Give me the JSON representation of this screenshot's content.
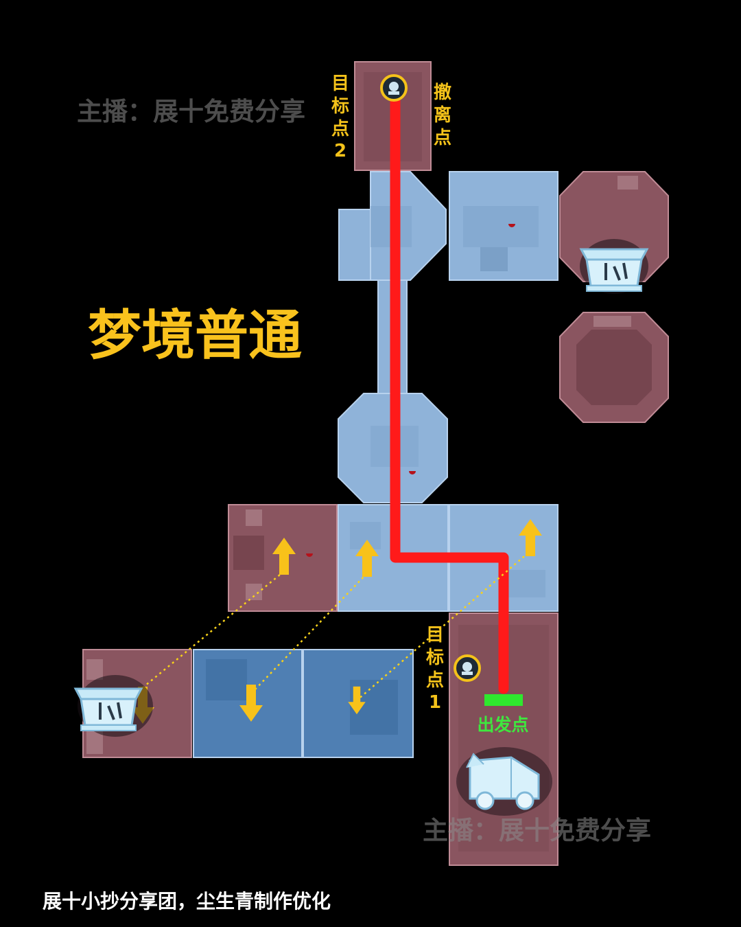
{
  "title": "梦境普通",
  "footer": "展十小抄分享团，尘生青制作优化",
  "watermarks": [
    "主播：展十免费分享",
    "主播：展十免费分享"
  ],
  "labels": {
    "target2": [
      "目",
      "标",
      "点",
      "2"
    ],
    "extract": [
      "撤",
      "离",
      "点"
    ],
    "target1": [
      "目",
      "标",
      "点",
      "1"
    ],
    "start": "出发点"
  },
  "colors": {
    "route": "#ff1a1a",
    "arrow": "#f8c21a",
    "dotted": "#f8d21a",
    "start_marker": "#2ee82e",
    "target_ring": "#f4c21a"
  },
  "icons": [
    "ghost-target-icon",
    "chest-icon",
    "truck-icon",
    "arrow-up-icon",
    "arrow-down-icon",
    "stair-icon"
  ]
}
